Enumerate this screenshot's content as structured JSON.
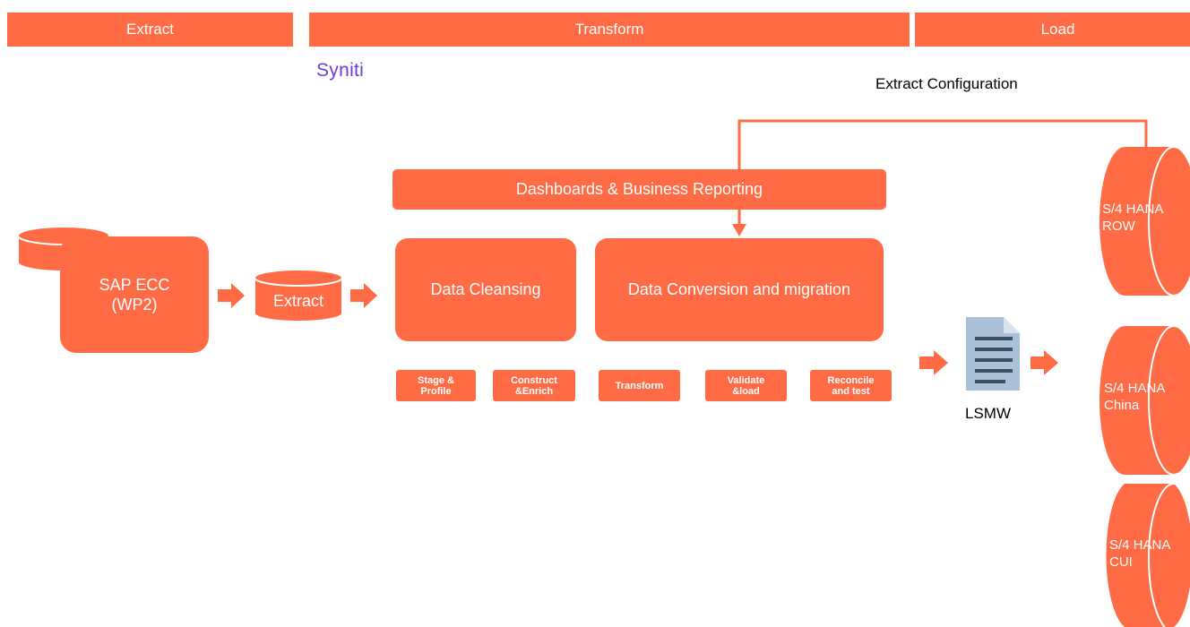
{
  "colors": {
    "accent": "#FF6B45",
    "brand_logo": "#6A3BE0",
    "doc_icon": "#A9C0D6",
    "doc_lines": "#3D4E63"
  },
  "phases": {
    "extract": "Extract",
    "transform": "Transform",
    "load": "Load"
  },
  "brand": {
    "logo": "Syniti"
  },
  "labels": {
    "extract_configuration": "Extract Configuration",
    "lsmw": "LSMW"
  },
  "source": {
    "system": "SAP ECC\n(WP2)",
    "extract_db": "Extract"
  },
  "transform": {
    "dashboards": "Dashboards & Business Reporting",
    "cleansing": "Data Cleansing",
    "conversion": "Data Conversion and migration",
    "steps": [
      "Stage &\nProfile",
      "Construct\n&Enrich",
      "Transform",
      "Validate\n&load",
      "Reconcile\nand test"
    ]
  },
  "targets": [
    "S/4 HANA\nROW",
    "S/4 HANA\nChina",
    "S/4 HANA\nCUI"
  ]
}
